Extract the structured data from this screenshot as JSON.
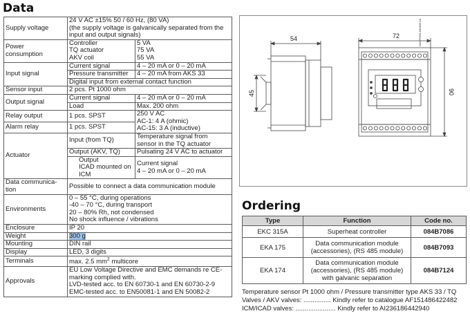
{
  "section_titles": {
    "data": "Data",
    "ordering": "Ordering"
  },
  "data_table": {
    "supply_voltage": {
      "label": "Supply voltage",
      "line1": "24 V AC ±15% 50 / 60 Hz, (80 VA)",
      "line2": "(the supply voltage is galvanically separated from the",
      "line3": "input and output signals)"
    },
    "power_consumption": {
      "label1": "Power",
      "label2": "consumption",
      "items": [
        {
          "name": "Controller",
          "value": "5 VA"
        },
        {
          "name": "TQ actuator",
          "value": "75 VA"
        },
        {
          "name": "AKV coil",
          "value": "55 VA"
        }
      ]
    },
    "input_signal": {
      "label": "Input signal",
      "items": [
        {
          "name": "Current signal",
          "value": "4 – 20 mA or 0 – 20 mA"
        },
        {
          "name": "Pressure transmitter",
          "value": "4 – 20 mA from AKS 33"
        }
      ],
      "digital": "Digital input from external contact function"
    },
    "sensor_input": {
      "label": "Sensor input",
      "value": "2 pcs. Pt 1000 ohm"
    },
    "output_signal": {
      "label": "Output signal",
      "items": [
        {
          "name": "Current signal",
          "value": "4 – 20 mA or 0 – 20 mA"
        },
        {
          "name": "Load",
          "value": "Max. 200 ohm"
        }
      ]
    },
    "relay_output": {
      "label": "Relay output",
      "value": "1 pcs. SPST",
      "spec1": "250 V AC",
      "spec2": "AC-1: 4 A (ohmic)",
      "spec3": "AC-15: 3 A (inductive)"
    },
    "alarm_relay": {
      "label": "Alarm relay",
      "value": "1 pcs. SPST"
    },
    "actuator": {
      "label": "Actuator",
      "input_name": "Input (from TQ)",
      "input_value1": "Temperature signal from",
      "input_value2": "sensor in the  TQ actuator",
      "output_akv_name": "Output (AKV, TQ)",
      "output_akv_value": "Pulsating 24 V AC to actuator",
      "output_icad_name1": "Output",
      "output_icad_name2": "ICAD mounted on",
      "output_icad_name3": "ICM",
      "output_icad_value1": "Current signal",
      "output_icad_value2": "4 – 20 mA or 0 – 20 mA"
    },
    "data_comm": {
      "label1": "Data communica-",
      "label2": "tion",
      "value": "Possible to connect a data communication module"
    },
    "environments": {
      "label": "Environments",
      "line1": "0 – 55 °C, during operations",
      "line2": "-40 – 70 °C, during transport",
      "line3": "20 – 80% Rh, not condensed",
      "line4": "No shock influence / vibrations"
    },
    "enclosure": {
      "label": "Enclosure",
      "value": "IP 20"
    },
    "weight": {
      "label": "Weight",
      "value": "300 g"
    },
    "mounting": {
      "label": "Mounting",
      "value": "DIN rail"
    },
    "display": {
      "label": "Display",
      "value": "LED, 3 digits"
    },
    "terminals": {
      "label": "Terminals",
      "value_prefix": "max. 2.5 mm",
      "value_sup": "2",
      "value_suffix": " multicore"
    },
    "approvals": {
      "label": "Approvals",
      "line1": "EU Low Voltage Directive and EMC demands re CE-",
      "line2": "marking complied with.",
      "line3": "LVD-tested acc. to EN 60730-1 and EN 60730-2-9",
      "line4": "EMC-tested acc. to EN50081-1 and EN 50082-2"
    }
  },
  "drawing": {
    "dim_54": "54",
    "dim_72": "72",
    "dim_45": "45",
    "dim_90": "90",
    "part_code": "DANFOSS 84N625.10"
  },
  "ordering": {
    "headers": [
      "Type",
      "Function",
      "Code no."
    ],
    "rows": [
      {
        "type": "EKC 315A",
        "function": [
          "Superheat controller"
        ],
        "code": "084B7086"
      },
      {
        "type": "EKA 175",
        "function": [
          "Data communication module",
          "(accessories), (RS 485 module)"
        ],
        "code": "084B7093"
      },
      {
        "type": "EKA 174",
        "function": [
          "Data communication module",
          "(accessories), (RS 485 module)",
          "with galvanic separation"
        ],
        "code": "084B7124"
      }
    ]
  },
  "footnotes": {
    "line1": "Temperature sensor Pt 1000 ohm / Pressure transmitter type AKS 33 / TQ",
    "line2": "Valves / AKV valves: ............... Kindly refer to catalogue AF151486422482",
    "line3": "ICM/ICAD valves: ...................... Kindly refer to AI236186442940"
  },
  "colors": {
    "highlight": "#9fc0e6",
    "header_fill": "#d6d6d6",
    "border": "#5a5a5a"
  }
}
